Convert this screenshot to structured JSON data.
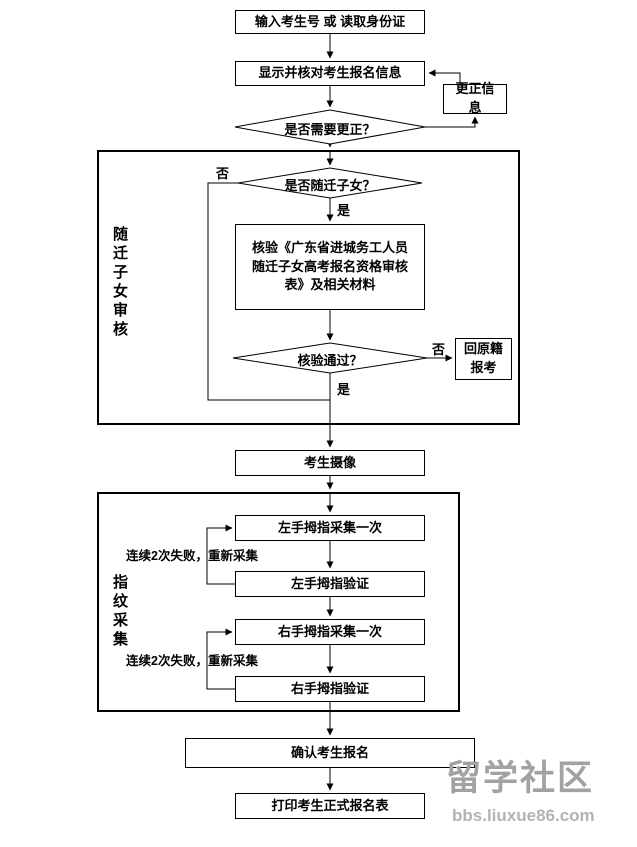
{
  "flowchart": {
    "nodes": {
      "input": "输入考生号 或  读取身份证",
      "display_check": "显示并核对考生报名信息",
      "correct_info": "更正信息",
      "need_correct": "是否需要更正？",
      "is_migrant_child": "是否随迁子女？",
      "verify_form": "核验《广东省进城务工人员随迁子女高考报名资格审核表》及相关材料",
      "verify_pass": "核验通过？",
      "return_origin": "回原籍\n报考",
      "photo": "考生摄像",
      "left_thumb_collect": "左手拇指采集一次",
      "left_thumb_verify": "左手拇指验证",
      "right_thumb_collect": "右手拇指采集一次",
      "right_thumb_verify": "右手拇指验证",
      "confirm": "确认考生报名",
      "print": "打印考生正式报名表"
    },
    "groups": {
      "migrant_review": "随迁子女审核",
      "fingerprint_collect": "指纹采集"
    },
    "labels": {
      "yes": "是",
      "no": "否",
      "retry": "连续2次失败，重新采集"
    }
  },
  "watermark": {
    "brand": "留学社区",
    "site": "bbs.liuxue86.com"
  }
}
